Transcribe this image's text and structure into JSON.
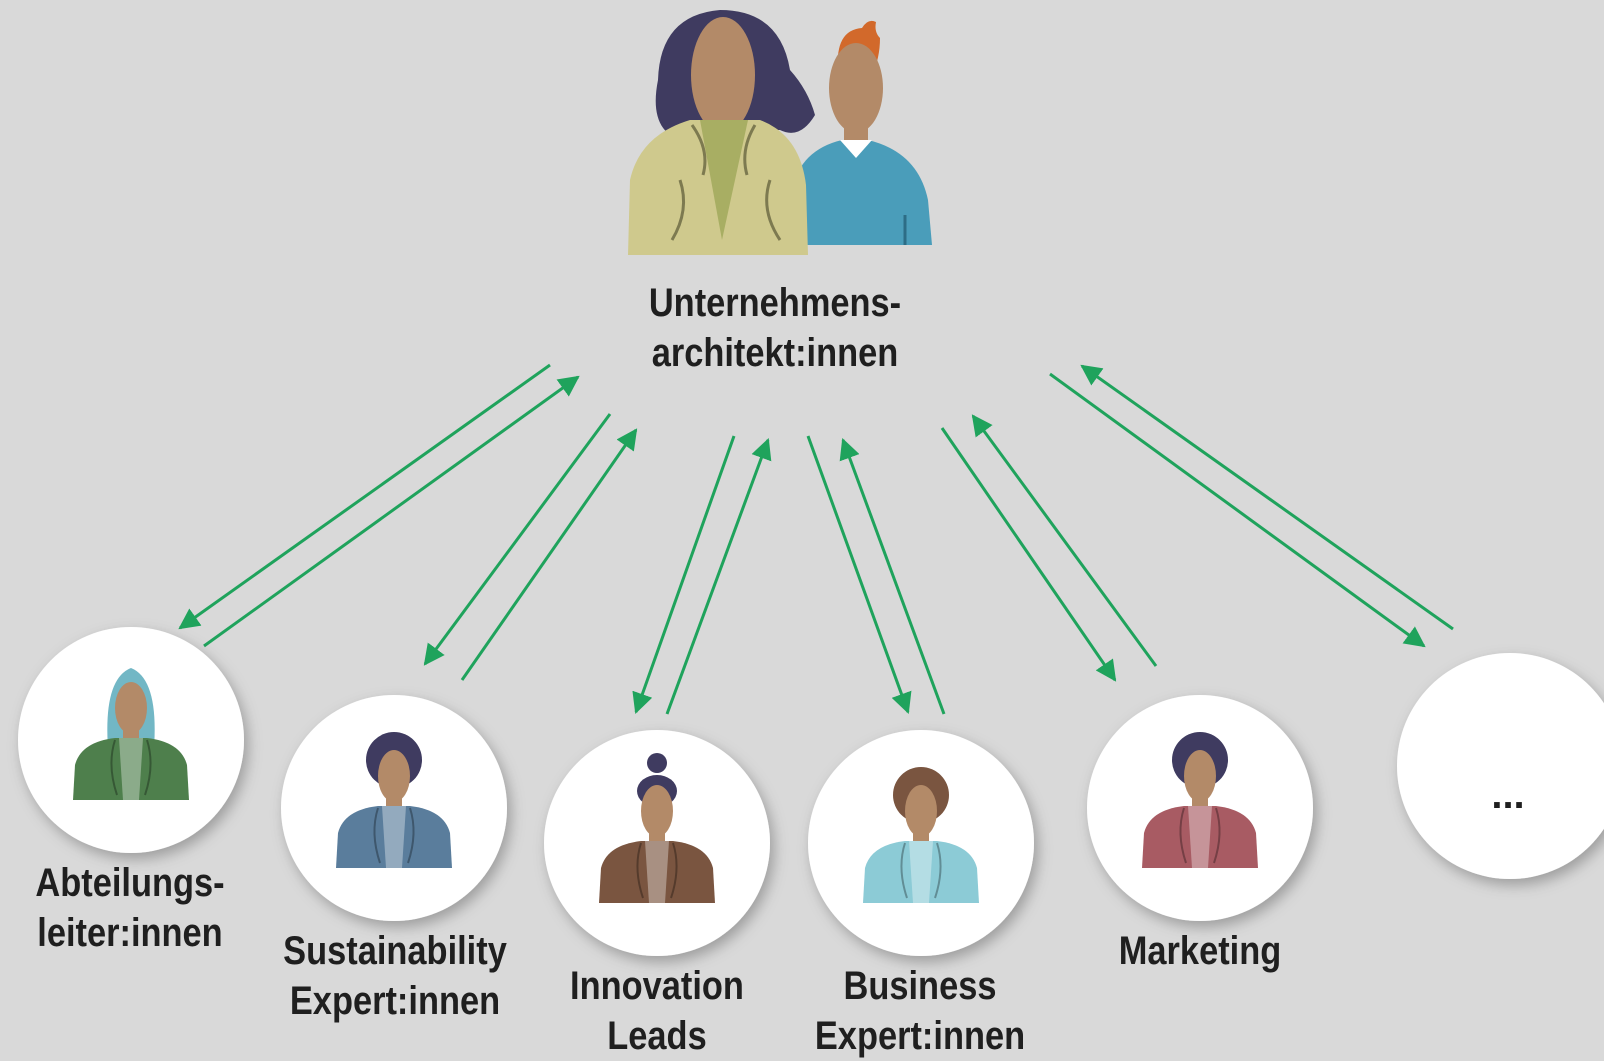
{
  "center": {
    "label_line1": "Unternehmens-",
    "label_line2": "architekt:innen"
  },
  "roles": [
    {
      "line1": "Abteilungs-",
      "line2": "leiter:innen",
      "clothing_color": "#4e7f4c",
      "hair_color": "#72b7c5"
    },
    {
      "line1": "Sustainability",
      "line2": "Expert:innen",
      "clothing_color": "#5a7d9c",
      "hair_color": "#3f3b60"
    },
    {
      "line1": "Innovation",
      "line2": "Leads",
      "clothing_color": "#7a5540",
      "hair_color": "#3f3b60"
    },
    {
      "line1": "Business",
      "line2": "Expert:innen",
      "clothing_color": "#8ccbd6",
      "hair_color": "#7a5540"
    },
    {
      "line1": "Marketing",
      "line2": "",
      "clothing_color": "#a85b63",
      "hair_color": "#3f3b60"
    }
  ],
  "more": {
    "label": "..."
  },
  "colors": {
    "background": "#d9d9d9",
    "arrow": "#1fa35c",
    "circle": "#ffffff",
    "skin": "#b38a68"
  }
}
